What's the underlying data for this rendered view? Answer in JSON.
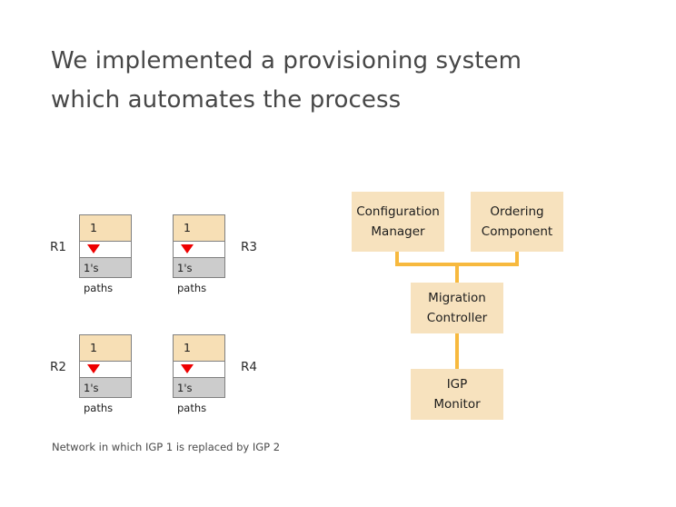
{
  "slide": {
    "title_lines": [
      "We implemented a provisioning system",
      "which automates the process"
    ],
    "background_color": "#ffffff",
    "title_color": "#474747"
  },
  "network_diagram": {
    "caption": "Network in which IGP 1 is replaced by IGP 2",
    "colors": {
      "igp_cell": "#f7dfb5",
      "paths_cell": "#cccccc",
      "arrow": "#ee0000",
      "border": "#808080"
    },
    "routers": [
      {
        "name": "R1",
        "label_side": "left",
        "igp": "1",
        "paths": "1's paths",
        "arrow_icon": "triangle-down-icon"
      },
      {
        "name": "R3",
        "label_side": "right",
        "igp": "1",
        "paths": "1's paths",
        "arrow_icon": "triangle-down-icon"
      },
      {
        "name": "R2",
        "label_side": "left",
        "igp": "1",
        "paths": "1's paths",
        "arrow_icon": "triangle-down-icon"
      },
      {
        "name": "R4",
        "label_side": "right",
        "igp": "1",
        "paths": "1's paths",
        "arrow_icon": "triangle-down-icon"
      }
    ]
  },
  "architecture_diagram": {
    "colors": {
      "box_fill": "#f7e2be",
      "connector": "#f7b93e",
      "text": "#1c1c1c"
    },
    "boxes": {
      "configuration_manager": {
        "lines": [
          "Configuration",
          "Manager"
        ]
      },
      "ordering_component": {
        "lines": [
          "Ordering",
          "Component"
        ]
      },
      "migration_controller": {
        "lines": [
          "Migration",
          "Controller"
        ]
      },
      "igp_monitor": {
        "lines": [
          "IGP",
          "Monitor"
        ]
      }
    }
  }
}
